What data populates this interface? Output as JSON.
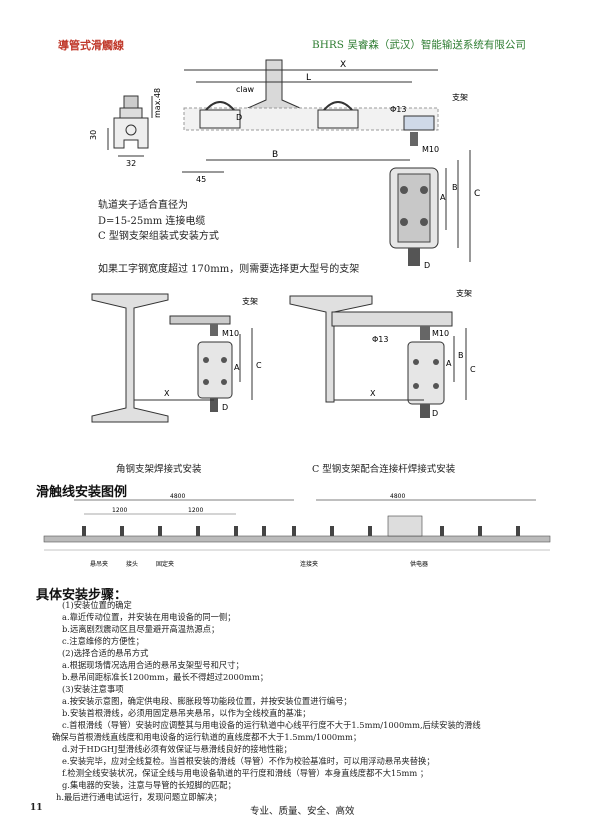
{
  "header": {
    "left_title": "導管式滑觸線",
    "brand": "BHRS",
    "company": "吴睿森（武汉）智能输送系统有限公司"
  },
  "top_diagram": {
    "labels": {
      "x": "X",
      "l": "L",
      "claw": "claw",
      "d": "D",
      "phi13": "Φ13",
      "bracket": "支架",
      "m10": "M10",
      "b": "B",
      "a": "A",
      "c": "C",
      "dim45": "45",
      "dim30": "30",
      "dim32": "32",
      "max48": "max.48"
    }
  },
  "notes": {
    "line1": "轨道夹子适合直径为",
    "line2": "D=15-25mm 连接电缆",
    "line3": "C 型钢支架组装式安装方式",
    "line4": "如果工字钢宽度超过 170mm，则需要选择更大型号的支架"
  },
  "mid_diagrams": {
    "left_caption": "角钢支架焊接式安装",
    "right_caption": "C 型钢支架配合连接杆焊接式安装",
    "labels": {
      "bracket": "支架",
      "m10": "M10",
      "phi13": "Φ13",
      "a": "A",
      "b": "B",
      "c": "C",
      "x": "X",
      "d": "D"
    }
  },
  "install_section": {
    "title": "滑触线安装图例",
    "dims": [
      "4800",
      "1200",
      "1200",
      "4800"
    ],
    "labels": [
      "悬吊夹",
      "接头",
      "固定夹",
      "连接夹",
      "供电器"
    ]
  },
  "steps": {
    "title": "具体安装步骤：",
    "lines": [
      "(1)安装位置的确定",
      "a.靠近传动位置，并安装在用电设备的同一侧；",
      "b.远离剧烈震动区且尽量避开高温热源点；",
      "c.注意维修的方便性；",
      "(2)选择合适的悬吊方式",
      "a.根据现场情况选用合适的悬吊支架型号和尺寸；",
      "b.悬吊间距标准长1200mm，最长不得超过2000mm；",
      "(3)安装注意事项",
      "a.按安装示意图，确定供电段、膨胀段等功能段位置，并按安装位置进行编号；",
      "b.安装首根滑线，必须用固定悬吊夹悬吊，以作为全线校直的基准；",
      "c.首根滑线（导管）安装时应调整其与用电设备的运行轨道中心线平行度不大于1.5mm/1000mm,后续安装的滑线",
      "确保与首根滑线直线度和用电设备的运行轨道的直线度都不大于1.5mm/1000mm；",
      "d.对于HDGHJ型滑线必须有效保证与悬滑线良好的接地性能；",
      "e.安装完毕，应对全线复检。当首根安装的滑线（导管）不作为校验基准时，可以用浮动悬吊夹替换；",
      "f.检测全线安装状况，保证全线与用电设备轨道的平行度和滑线（导管）本身直线度都不大15mm ；",
      "g.集电器的安装，注意与导管的长短脚的匹配；",
      "h.最后进行通电试运行，发现问题立即解决；"
    ]
  },
  "footer": {
    "page": "11",
    "slogan": "专业、质量、安全、高效"
  }
}
